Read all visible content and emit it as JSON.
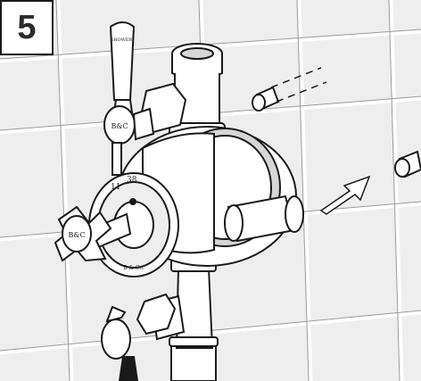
{
  "step": {
    "number": "5"
  },
  "valve": {
    "lever_label": "SHOWER",
    "brand_mark": "B&C",
    "scale_low": "11",
    "scale_high": "38",
    "dial_text": "B & Co."
  },
  "colors": {
    "background": "#eeeeee",
    "lines": "#1a1a1a",
    "fill": "#ffffff",
    "shade": "#d6d6d6"
  }
}
